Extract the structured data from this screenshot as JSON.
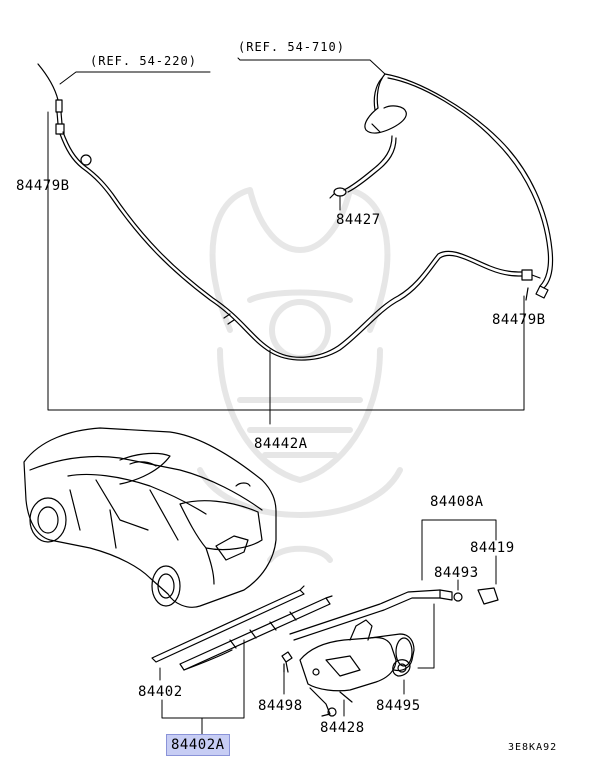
{
  "refs": {
    "left": "(REF. 54-220)",
    "right": "(REF. 54-710)"
  },
  "parts": {
    "p84479B_left": "84479B",
    "p84427": "84427",
    "p84479B_right": "84479B",
    "p84442A": "84442A",
    "p84408A": "84408A",
    "p84419": "84419",
    "p84493": "84493",
    "p84402": "84402",
    "p84498": "84498",
    "p84495": "84495",
    "p84428": "84428",
    "p84402A": "84402A"
  },
  "diagram_code": "3E8KA92",
  "colors": {
    "highlight": "#c7cdf4",
    "line": "#000000",
    "watermark": "#e6e6e6"
  }
}
